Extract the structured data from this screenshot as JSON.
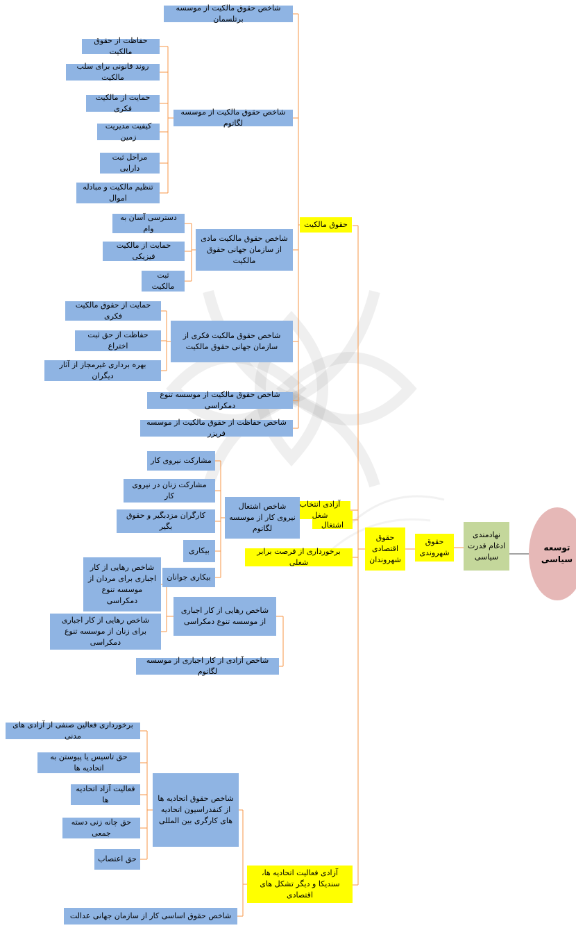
{
  "root": {
    "label": "توسعه سیاسی",
    "color": "#e6b8b7"
  },
  "level1": {
    "label": "نهادمندی ادغام قدرت سیاسی",
    "color": "#c4d79b"
  },
  "level2": {
    "label": "حقوق شهروندی",
    "color": "#ffff00"
  },
  "level3": {
    "label": "حقوق اقتصادی شهروندان",
    "color": "#ffff00"
  },
  "categories": {
    "property": "حقوق مالکیت",
    "employment": "حق اشتغال",
    "job_choice": "آزادی انتخاب شغل",
    "equal_opportunity": "برخورداری از فرصت برابر شغلی",
    "unions": "آزادی فعالیت اتحادیه ها، سندیکا و دیگر تشکل های اقتصادی"
  },
  "indicators": {
    "berteslman": "شاخص حقوق مالکیت از موسسه برتلسمان",
    "legatum": "شاخص حقوق مالکیت از موسسه لگاتوم",
    "physical": "شاخص حقوق مالکیت مادی از سازمان جهانی حقوق مالکیت",
    "intellectual": "شاخص حقوق مالکیت فکری از سازمان جهانی حقوق مالکیت",
    "democracy_variety": "شاخص حقوق مالکیت از موسسه تنوع دمکراسی",
    "fraser": "شاخص حفاظت از حقوق مالکیت از موسسه فریزر",
    "labor_legatum": "شاخص اشتغال نیروی کار از موسسه لگاتوم",
    "forced_labor_vdem": "شاخص رهایی از کار اجباری از موسسه تنوع دمکراسی",
    "forced_labor_legatum": "شاخص آزادی از کار اجباری از موسسه لگاتوم",
    "ituc": "شاخص حقوق اتحادیه ها از کنفدراسیون اتحادیه های کارگری بین المللی",
    "wjp": "شاخص حقوق اساسی کار از سازمان جهانی عدالت"
  },
  "leaves": {
    "legatum": [
      "حفاظت از حقوق مالکیت",
      "روند قانونی برای سلب مالکیت",
      "حمایت از مالکیت فکری",
      "کیفیت مدیریت زمین",
      "مراحل ثبت دارایی",
      "تنظیم مالکیت و مبادله اموال"
    ],
    "physical": [
      "دسترسی آسان به وام",
      "حمایت از مالکیت فیزیکی",
      "ثبت مالکیت"
    ],
    "intellectual": [
      "حمایت از حقوق مالکیت فکری",
      "حفاظت از حق ثبت اختراع",
      "بهره برداری غیرمجاز از آثار دیگران"
    ],
    "labor": [
      "مشارکت نیروی کار",
      "مشارکت زنان در نیروی کار",
      "کارگران مزدبگیر و حقوق بگیر",
      "بیکاری",
      "بیکاری جوانان"
    ],
    "forced_labor": [
      "شاخص رهایی از کار اجباری برای مردان از موسسه تنوع دمکراسی",
      "شاخص رهایی از کار اجباری برای زنان از موسسه تنوع دمکراسی"
    ],
    "unions": [
      "برخورداری فعالین صنفی از آزادی های مدنی",
      "حق تاسیس یا پیوستن به اتحادیه ها",
      "فعالیت آزاد اتحادیه ها",
      "حق چانه زنی دسته جمعی",
      "حق اعتصاب"
    ]
  },
  "colors": {
    "indicator": "#8fb4e3",
    "category": "#ffff00",
    "connector": "#f79646"
  }
}
